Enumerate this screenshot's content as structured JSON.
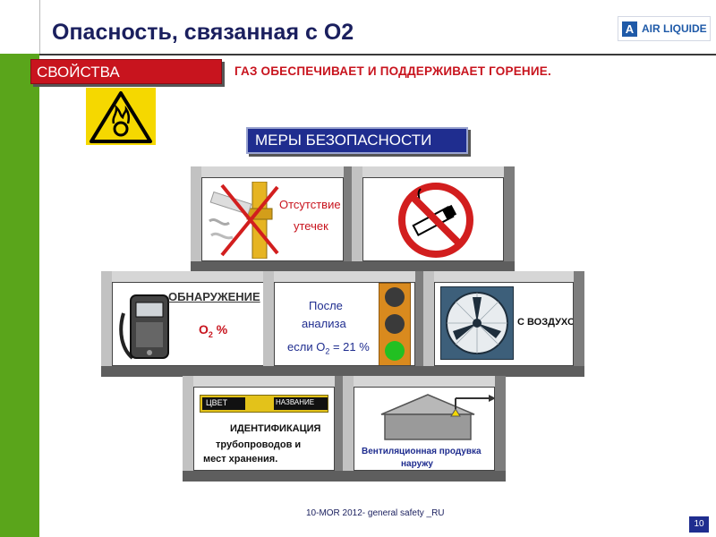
{
  "slide": {
    "title": "Опасность, связанная с О2",
    "logo_text": "AIR LIQUIDE",
    "logo_mark": "A",
    "page_number": "10"
  },
  "properties": {
    "label": "СВОЙСТВА",
    "text": "ГАЗ ОБЕСПЕЧИВАЕТ И ПОДДЕРЖИВАЕТ ГОРЕНИЕ."
  },
  "measures": {
    "label": "МЕРЫ БЕЗОПАСНОСТИ"
  },
  "panels": {
    "leaks": {
      "line1": "Отсутствие",
      "line2": "утечек"
    },
    "detection": {
      "title": "ОБНАРУЖЕНИЕ",
      "o2": "O",
      "o2_sub": "2",
      "o2_unit": " %"
    },
    "analysis": {
      "line1": "После",
      "line2": "анализа",
      "line3": "если O",
      "line3_sub": "2",
      "line3_tail": " = 21 %"
    },
    "ventilation": {
      "label": "С ВОЗДУХОМ"
    },
    "identification": {
      "bar_left": "ЦВЕТ",
      "bar_right": "НАЗВАНИЕ",
      "line1": "ИДЕНТИФИКАЦИЯ",
      "line2": "трубопроводов и",
      "line3": "мест хранения."
    },
    "exhaust": {
      "line1": "Вентиляционная продувка",
      "line2": "наружу"
    }
  },
  "footer": {
    "text": "10-MOR 2012- general safety   _RU"
  },
  "colors": {
    "green_bar": "#5aa51b",
    "red_accent": "#c8141e",
    "navy": "#1f2d8f",
    "title_navy": "#1a1f5e",
    "hazard_yellow": "#f5d800"
  }
}
